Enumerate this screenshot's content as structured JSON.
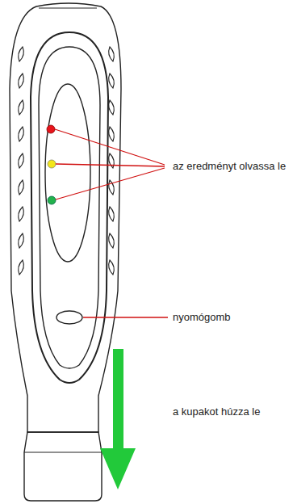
{
  "diagram": {
    "labels": [
      "az eredményt olvassa le",
      "nyomógomb",
      "a kupakot húzza le"
    ]
  }
}
